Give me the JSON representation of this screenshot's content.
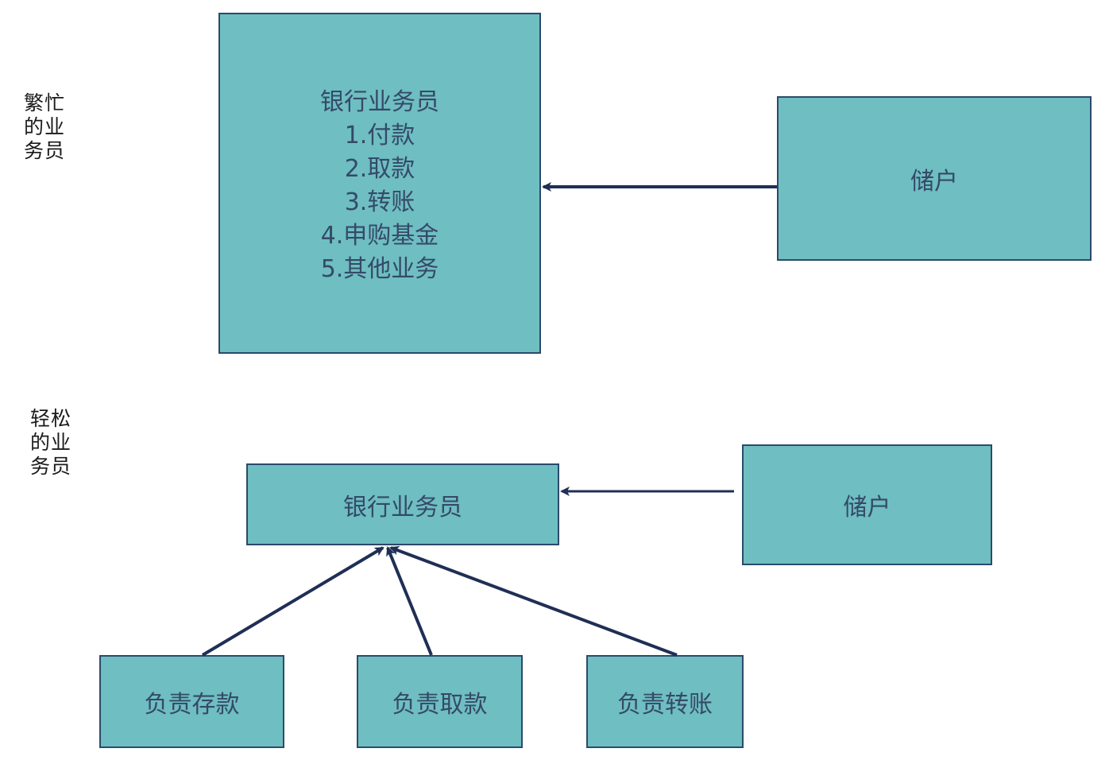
{
  "top": {
    "label": "繁忙的业务员",
    "clerk": {
      "title": "银行业务员",
      "items": [
        "1.付款",
        "2.取款",
        "3.转账",
        "4.申购基金",
        "5.其他业务"
      ]
    },
    "customer": "储户"
  },
  "bottom": {
    "label": "轻松的业务员",
    "clerk": "银行业务员",
    "customer": "储户",
    "workers": [
      "负责存款",
      "负责取款",
      "负责转账"
    ]
  },
  "colors": {
    "box_fill": "#6fbec1",
    "box_border": "#2c4a6b",
    "text": "#344a68",
    "arrow": "#1f2f55"
  }
}
